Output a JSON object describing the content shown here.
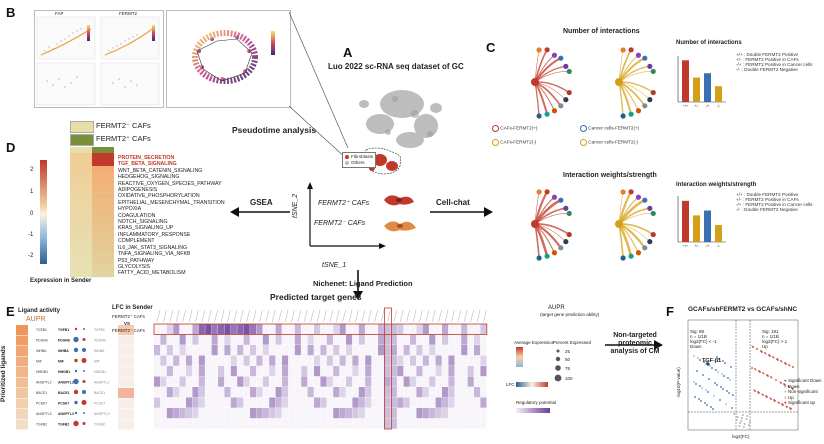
{
  "panels": {
    "A": {
      "letter": "A",
      "title": "Luo 2022 sc-RNA seq dataset of GC",
      "legend": [
        "Fibroblasts",
        "Others"
      ],
      "axis_x": "tSNE_1",
      "axis_y": "tSNE_2",
      "cell_labels": [
        "FERMT2⁺ CAFs",
        "FERMT2⁻ CAFs"
      ]
    },
    "B": {
      "letter": "B",
      "plot_titles": [
        "FAP",
        "FERMT2"
      ],
      "caption": "Pseudotime analysis"
    },
    "C": {
      "letter": "C",
      "title_top": "Number of interactions",
      "title_bottom": "Interaction weights/strength",
      "legend_circles": [
        "CAFs-FERMT2(+)",
        "Cancer cells-FERMT2(+)",
        "CAFs-FERMT2(-)",
        "Cancer cells-FERMT2(-)"
      ],
      "bar_title_top": "Number of interactions",
      "bar_title_bottom": "Interaction weights/strength",
      "bar_legend": [
        "+/+ : Double FERMT2 Positive",
        "+/- : FERMT2 Positive in CAFs",
        "-/+ : FERMT2 Positive in Cancer cells",
        "-/- : Double FERMT2 Negative"
      ],
      "bar_categories": [
        "+/+",
        "+/-",
        "-/+",
        "-/-"
      ],
      "bar_values_top": [
        145,
        85,
        100,
        55
      ],
      "bar_values_bottom": [
        1.7,
        1.1,
        1.3,
        0.7
      ],
      "bar_colors": [
        "#c0392b",
        "#d4a017",
        "#3a6fb0",
        "#d4a017"
      ]
    },
    "D": {
      "letter": "D",
      "legend_neg": "FERMT2⁻ CAFs",
      "legend_pos": "FERMT2⁺ CAFs",
      "scale_title": "Expression in Sender",
      "scale_ticks": [
        "2",
        "1",
        "0",
        "-1",
        "-2"
      ],
      "pathways": [
        "PROTEIN_SECRETION",
        "TGF_BETA_SIGNALING",
        "WNT_BETA_CATENIN_SIGNALING",
        "HEDGEHOG_SIGNALING",
        "REACTIVE_OXYGEN_SPECIES_PATHWAY",
        "ADIPOGENESIS",
        "OXIDATIVE_PHOSPHORYLATION",
        "EPITHELIAL_MESENCHYMAL_TRANSITION",
        "HYPOXIA",
        "COAGULATION",
        "NOTCH_SIGNALING",
        "KRAS_SIGNALING_UP",
        "INFLAMMATORY_RESPONSE",
        "COMPLEMENT",
        "IL6_JAK_STAT3_SIGNALING",
        "TNFA_SIGNALING_VIA_NFKB",
        "P53_PATHWAY",
        "GLYCOLYSIS",
        "FATTY_ACID_METABOLISM"
      ],
      "highlighted_count": 2
    },
    "arrows": {
      "gsea": "GSEA",
      "cellchat": "Cell-chat",
      "nichenet": "Nichenet: Ligand Prediction",
      "proteomic": "Non-targeted proteomic analysis of CM"
    },
    "E": {
      "letter": "E",
      "ligand_title": "Ligand activity",
      "aupr": "AUPR",
      "y_title": "Prioritized ligands",
      "ligands": [
        "TGFB1",
        "PDGFB",
        "INHBA",
        "MIF",
        "HMGB1",
        "ANGPTL2",
        "BACE1",
        "PCSK7",
        "ANGPTL3",
        "TGFB2"
      ],
      "lfc_title": "LFC in Sender",
      "lfc_pos": "FERMT2⁺ CAFs",
      "vs": "VS",
      "lfc_neg": "FERMT2⁻ CAFs",
      "predicted_title": "Predicted target genes",
      "aupr_legend_title": "AUPR",
      "aupr_legend_sub": "(target gene prediction ability)",
      "avg_expr": "Average Expression",
      "pct_expr": "Percent Expressed",
      "pct_values": [
        "25",
        "50",
        "75",
        "100"
      ],
      "lfc_label": "LFC",
      "reg_label": "Regulatory potential"
    },
    "F": {
      "letter": "F",
      "title": "GCAFs/shFERMT2 vs GCAFs/shNC",
      "annotation": "TGF-β1",
      "xlabel": "log2(FC)",
      "ylabel": "-log10(P-value)",
      "legend": [
        "Significant Down",
        "Down",
        "Non-significant",
        "Up",
        "Significant up"
      ],
      "stats_left": [
        "Sig: 88",
        "n = 1/1B",
        "log2(FC) < -1",
        "Down"
      ],
      "stats_right": [
        "Sig: 191",
        "n = 1/1B",
        "log2(FC) > 1",
        "Up"
      ]
    }
  },
  "colors": {
    "red": "#c0392b",
    "blue": "#3a6fb0",
    "gold": "#d4a017",
    "purple": "#6a3d9a"
  }
}
